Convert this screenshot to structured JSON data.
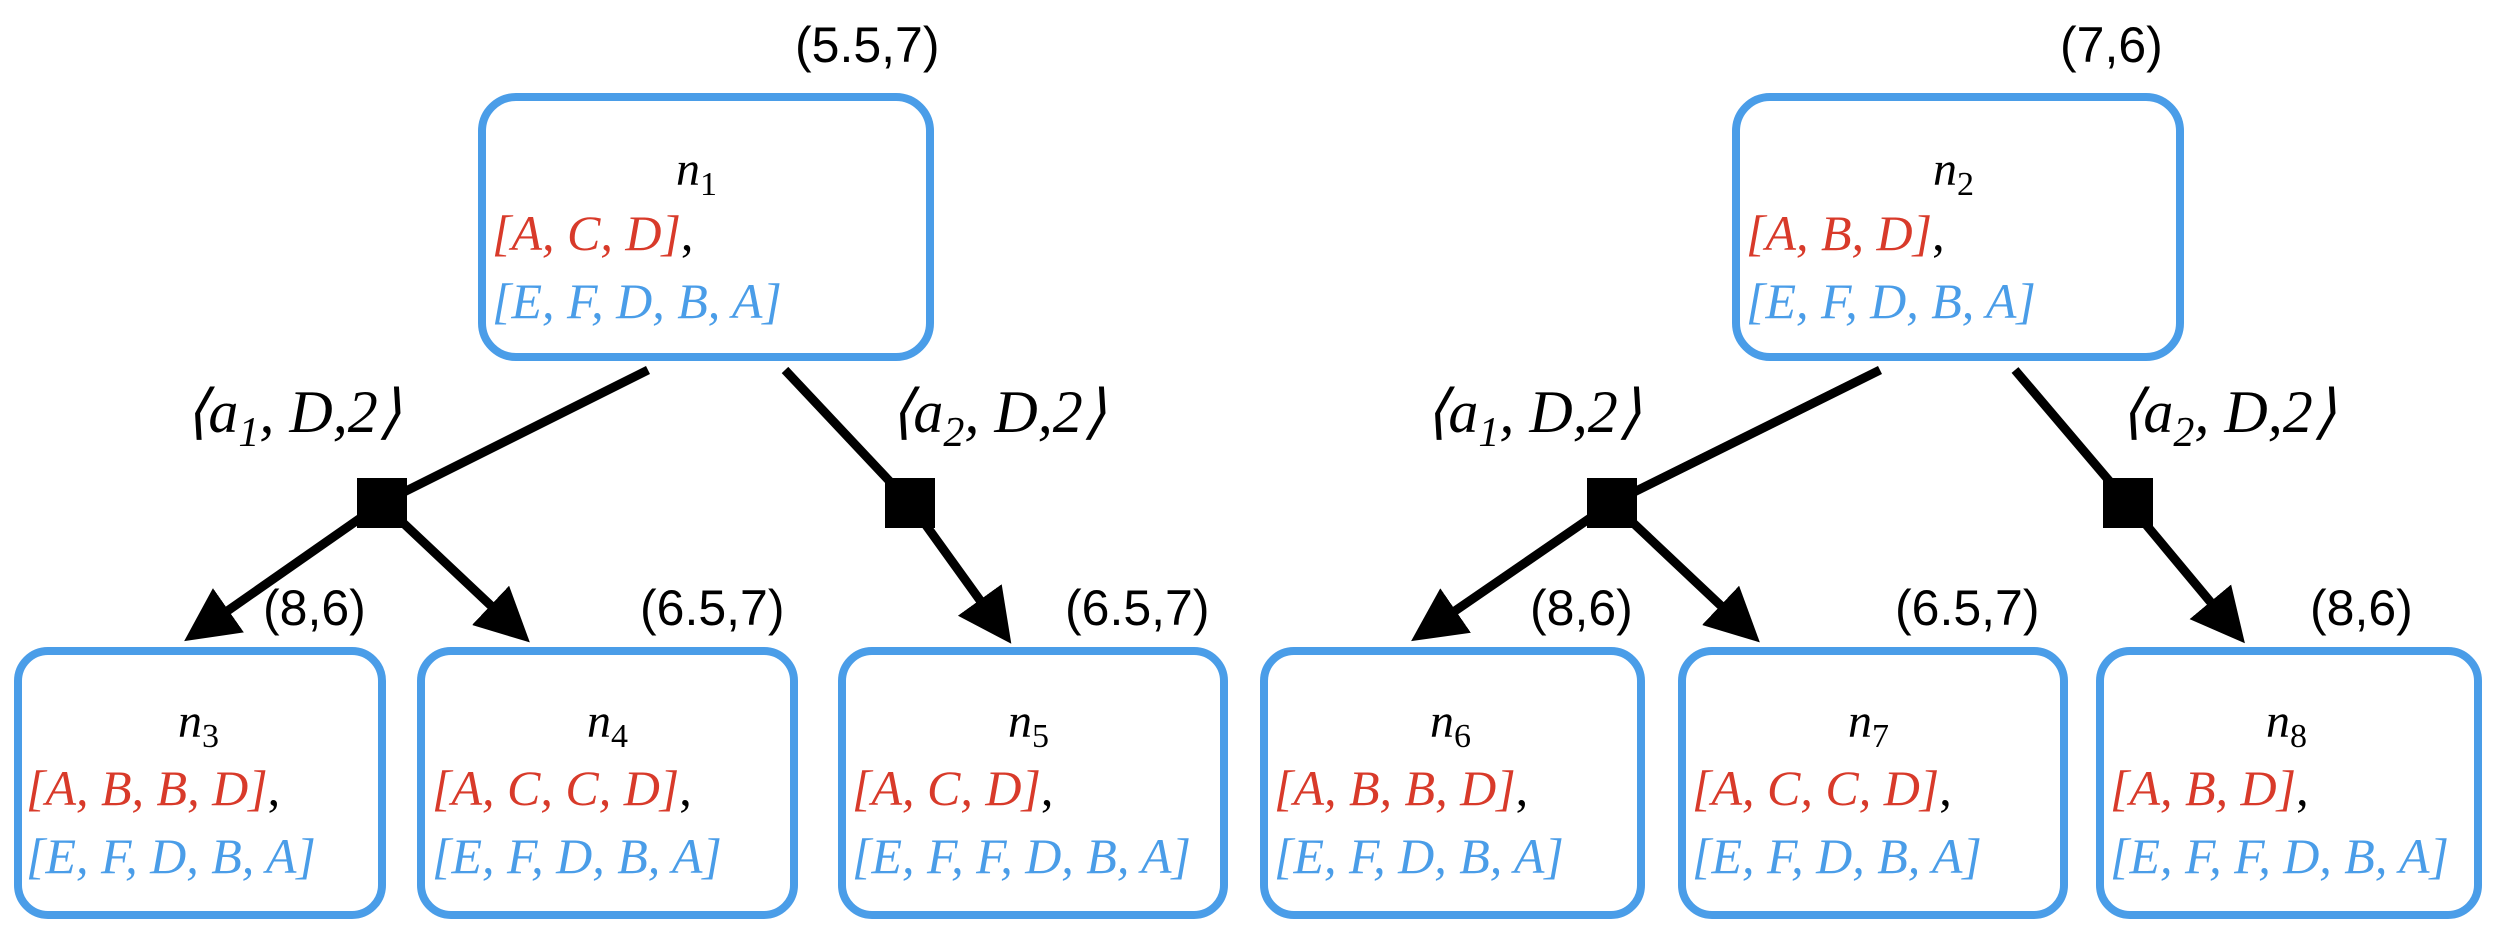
{
  "colors": {
    "box_stroke": "#4a9de8",
    "red_sequence": "#d83a2a",
    "blue_sequence": "#4a9de8",
    "edges": "#000000"
  },
  "nodes": [
    {
      "id": "n1",
      "label": "n",
      "sub": "1",
      "value": "(5.5,7)",
      "red": "[A, C, D]",
      "blue": "[E, F, D, B, A]"
    },
    {
      "id": "n2",
      "label": "n",
      "sub": "2",
      "value": "(7,6)",
      "red": "[A, B, D]",
      "blue": "[E, F, D, B, A]"
    },
    {
      "id": "n3",
      "label": "n",
      "sub": "3",
      "value": "(8,6)",
      "red": "[A, B, B, D]",
      "blue": "[E, F, D, B, A]"
    },
    {
      "id": "n4",
      "label": "n",
      "sub": "4",
      "value": "(6.5,7)",
      "red": "[A, C, C, D]",
      "blue": "[E, F, D, B, A]"
    },
    {
      "id": "n5",
      "label": "n",
      "sub": "5",
      "value": "(6.5,7)",
      "red": "[A, C, D]",
      "blue": "[E, F, F, D, B, A]"
    },
    {
      "id": "n6",
      "label": "n",
      "sub": "6",
      "value": "(8,6)",
      "red": "[A, B, B, D]",
      "blue": "[E, F, D, B, A]"
    },
    {
      "id": "n7",
      "label": "n",
      "sub": "7",
      "value": "(6.5,7)",
      "red": "[A, C, C, D]",
      "blue": "[E, F, D, B, A]"
    },
    {
      "id": "n8",
      "label": "n",
      "sub": "8",
      "value": "(8,6)",
      "red": "[A, B, D]",
      "blue": "[E, F, F, D, B, A]"
    }
  ],
  "actions": [
    {
      "id": "n1-a1",
      "prefix": "⟨a",
      "sub": "1",
      "suffix": ", D,2⟩"
    },
    {
      "id": "n1-a2",
      "prefix": "⟨a",
      "sub": "2",
      "suffix": ", D,2⟩"
    },
    {
      "id": "n2-a1",
      "prefix": "⟨a",
      "sub": "1",
      "suffix": ", D,2⟩"
    },
    {
      "id": "n2-a2",
      "prefix": "⟨a",
      "sub": "2",
      "suffix": ", D,2⟩"
    }
  ],
  "edges": [
    {
      "from": "n1",
      "via": "n1-a1",
      "to": [
        "n3",
        "n4"
      ]
    },
    {
      "from": "n1",
      "via": "n1-a2",
      "to": [
        "n5"
      ]
    },
    {
      "from": "n2",
      "via": "n2-a1",
      "to": [
        "n6",
        "n7"
      ]
    },
    {
      "from": "n2",
      "via": "n2-a2",
      "to": [
        "n8"
      ]
    }
  ]
}
